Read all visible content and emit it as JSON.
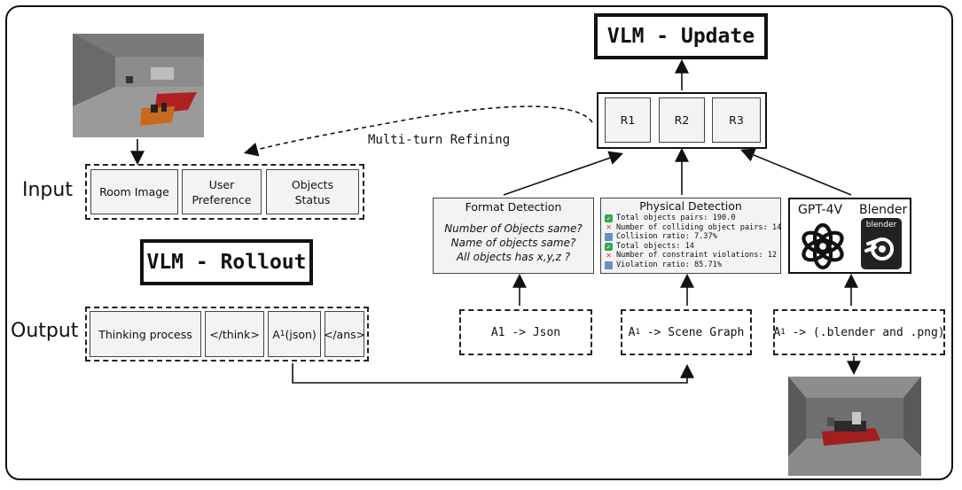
{
  "labels": {
    "input": "Input",
    "output": "Output",
    "multi_turn": "Multi-turn Refining"
  },
  "titles": {
    "update": "VLM - Update",
    "rollout": "VLM - Rollout"
  },
  "input_boxes": [
    "Room Image",
    "User Preference",
    "Objects Status"
  ],
  "output_boxes": {
    "thinking": "Thinking process",
    "think_close": "</think>",
    "a1_main": "A",
    "a1_sub": "1",
    "a1_tail": "(json)",
    "ans_close": "</ans>"
  },
  "rewards": {
    "r1": "R1",
    "r2": "R2",
    "r3": "R3"
  },
  "format_detection": {
    "title": "Format Detection",
    "lines": [
      "Number of Objects same?",
      "Name of objects same?",
      "All objects has x,y,z ?"
    ]
  },
  "physical_detection": {
    "title": "Physical Detection",
    "rows": [
      {
        "mark": "check",
        "text": "Total objects pairs: 190.0"
      },
      {
        "mark": "cross",
        "text": "Number of colliding object pairs: 14"
      },
      {
        "mark": "bar",
        "text": "Collision ratio: 7.37%"
      },
      {
        "mark": "check",
        "text": "Total objects: 14"
      },
      {
        "mark": "cross",
        "text": "Number of constraint violations: 12"
      },
      {
        "mark": "bar",
        "text": "Violation ratio: 85.71%"
      }
    ]
  },
  "judge_panel": {
    "gpt": "GPT-4V",
    "blender": "Blender",
    "blender_logo_text": "blender"
  },
  "conversions": {
    "json": "A1 -> Json",
    "scene_main": "A",
    "scene_sub": "1",
    "scene_tail": " -> Scene Graph",
    "blend_main": "A",
    "blend_sub": "1",
    "blend_tail": " -> (.blender and .png)"
  },
  "colors": {
    "stroke": "#111111",
    "box_fill": "#f3f3f3",
    "check_green": "#2fa84f",
    "cross_red": "#e0302a",
    "room_wall": "#8a8a8a",
    "rug_red": "#b0201e"
  },
  "icons": [
    "room-render-image",
    "openai-logo-icon",
    "blender-logo-icon",
    "check-icon",
    "cross-icon",
    "bar-chart-icon"
  ]
}
